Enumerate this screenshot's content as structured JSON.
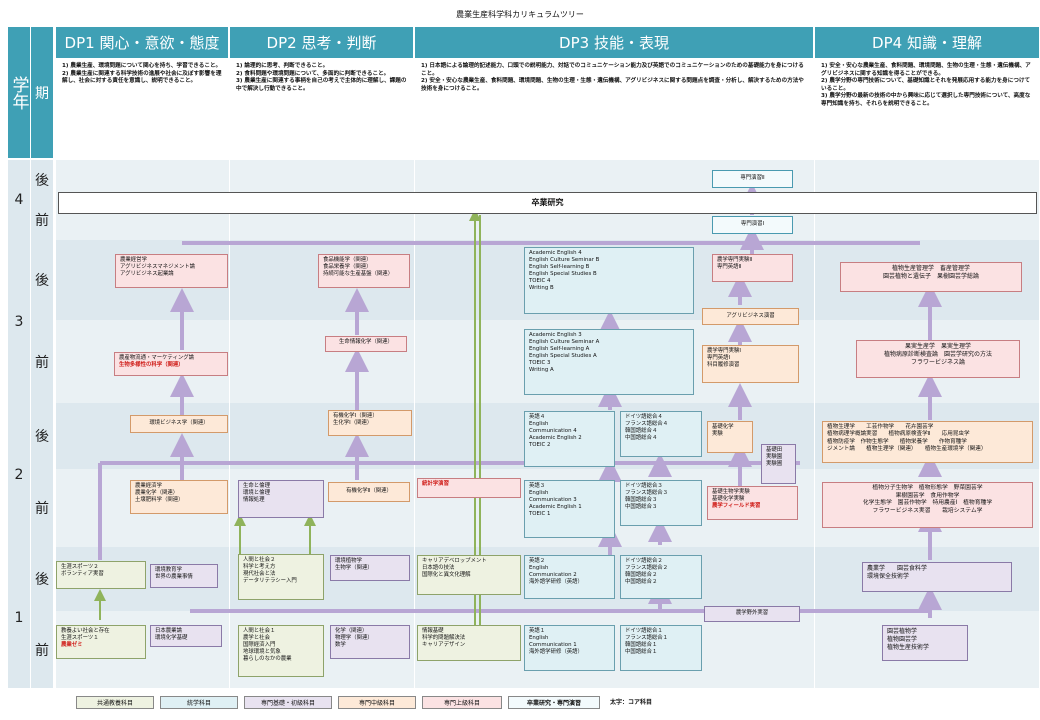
{
  "title": "農業生産科学科カリキュラムツリー",
  "axis": {
    "year_label": "学年",
    "term_label": "期"
  },
  "headers": {
    "dp1": "DP1 関心・意欲・態度",
    "dp2": "DP2 思考・判断",
    "dp3": "DP3 技能・表現",
    "dp4": "DP4 知識・理解"
  },
  "descriptions": {
    "dp1": "1) 農業生産、環境問題について関心を持ち、学習できること。\n2) 農業生産に関連する科学技術の進展や社会に及ぼす影響を理解し、社会に対する責任を意識し、説明できること。",
    "dp2": "1) 論理的に思考、判断できること。\n2) 食料問題や環境問題について、多面的に判断できること。\n3) 農業生産に関連する事柄を自己の考えで主体的に理解し、課題の中で解決し行動できること。",
    "dp3": "1) 日本語による論理的記述能力、口頭での説明能力、対話でのコミュニケーション能力及び英語でのコミュニケーションのための基礎能力を身につけること。\n2) 安全・安心な農業生産、食料問題、環境問題、生物の生理・生態・遺伝機構、アグリビジネスに関する問題点を調査・分析し、解決するための方法や技術を身につけること。",
    "dp4": "1) 安全・安心な農業生産、食料問題、環境問題、生物の生理・生態・遺伝機構、アグリビジネスに関する知識を得ることができる。\n2) 農学分野の専門技術について、基礎知識とそれを発展応用する能力を身につけていること。\n3) 農学分野の最新の技術の中から興味に応じて選択した専門技術について、高度な専門知識を持ち、それらを説明できること。"
  },
  "years": [
    "4",
    "3",
    "2",
    "1"
  ],
  "terms": {
    "late": "後",
    "early": "前"
  },
  "boxes": {
    "grad_research": "卒業研究",
    "seminar2": "専門演習Ⅱ",
    "seminar1": "専門演習Ⅰ",
    "y3l_dp1": "農業経営学\nアグリビジネスマネジメント論\nアグリビジネス起業論",
    "y3l_dp2": "食品機能学（関連）\n食品栄養学（関連）\n持続可能な生産基盤（関連）",
    "y3l_eng": "Academic English 4\nEnglish Culture Seminar B\nEnglish Self-learning B\nEnglish Special Studies B\nTOEIC 4\nWriting B",
    "y3l_jikken": "農学専門実験Ⅱ\n専門英語Ⅱ",
    "agri_practice": "アグリビジネス演習",
    "y3l_dp4": "植物生産管理学　畜産管理学\n園芸植物と遺伝子　果樹園芸学総論",
    "y3e_dp2": "生命情報化学（関連）",
    "y3e_dp1_a": "農産物流通・マーケティング論",
    "y3e_dp1_b": "生物多様性の科学（関連）",
    "y3e_eng": "Academic English 3\nEnglish Culture Seminar A\nEnglish Self-learning A\nEnglish Special Studies A\nTOEIC 3\nWriting A",
    "y3e_jikken": "農学専門実験Ⅰ\n専門英語Ⅰ\n科目履修演習",
    "y3e_dp4": "果実生産学　果実生理学\n植物病原診断検査論　園芸学研究の方法\nフラワービジネス論",
    "y2l_dp1": "環境ビジネス学（関連）",
    "y2l_dp2": "有機化学Ⅰ（関連）\n生化学Ⅰ（関連）",
    "y2l_eng": "英語４\nEnglish\nCommunication 4\nAcademic English 2\nTOEIC 2",
    "y2l_lang": "ドイツ語総合４\nフランス語総合４\n韓国語総合４\n中国語総合４",
    "y2l_bio": "基礎化学\n実験",
    "y2l_field": "基礎田\n実験園\n実験圃",
    "y2l_dp4": "植物生理学　　工芸作物学　　花卉園芸学\n植物病理学概論実習　　植物病原検査学Ⅱ　　応用昆虫学\n植物防疫学　作物生態学　　植物栄養学　　作物育種学\nジメント論　　植物生理学（関連）　　植物生産環境学（関連）",
    "y2e_dp1": "農業経済学\n農業化学（関連）\n土壌肥料学（関連）",
    "y2e_dp2a": "生命と倫理\n環境と倫理\n情報処理",
    "y2e_dp2b": "有機化学Ⅱ（関連）",
    "y2e_stat": "統計学演習",
    "y2e_eng": "英語３\nEnglish\nCommunication 3\nAcademic English 1\nTOEIC 1",
    "y2e_lang": "ドイツ語総合３\nフランス語総合３\n韓国語総合３\n中国語総合３",
    "y2e_jikken_a": "基礎生物学実験\n基礎化学実験",
    "y2e_jikken_b": "農学フィールド実習",
    "y2e_dp4": "植物分子生物学　植物形態学　野菜園芸学\n果樹園芸学　食用作物学\n化学生態学　園芸作物学　特用農産Ⅰ　植物育種学\nフラワービジネス実習　　栽培システム学",
    "y1l_dp1a": "生涯スポーツ２\nボランティア実習",
    "y1l_dp1b": "環境教育学\n世界の農業事情",
    "y1l_dp2a": "人間と社会２\n科学と考え方\n現代社会と法\nデータリテラシー入門",
    "y1l_dp2b": "環境植物学\n生物学（関連）",
    "y1l_career": "キャリアデベロップメント\n日本語の技法\n国際化と異文化理解",
    "y1l_eng": "英語２\nEnglish\nCommunication 2\n海外語学研修（英語）",
    "y1l_lang": "ドイツ語総合２\nフランス語総合２\n韓国語総合２\n中国語総合２",
    "y1l_dp4": "農業学　　園芸食料学\n環境保全技術学",
    "field_practice": "農学野外実習",
    "y1e_dp1a": "教養よい社会と存在\n生涯スポーツ１",
    "y1e_dp1a_red": "農業ゼミ",
    "y1e_dp1b": "日本農業論\n環境化学基礎",
    "y1e_dp2a": "人間と社会１\n農学と社会\n国際経済入門\n地球環境と気象\n暮らしのなかの農業",
    "y1e_dp2b": "化学（関連）\n物理学（関連）\n数学",
    "y1e_info": "情報基礎\n科学的問題解決法\nキャリアデザイン",
    "y1e_eng": "英語１\nEnglish\nCommunication 1\n海外語学研修（英語）",
    "y1e_lang": "ドイツ語総合１\nフランス語総合１\n韓国語総合１\n中国語総合１",
    "y1e_dp4": "園芸植物学\n植物園芸学\n植物生産技術学"
  },
  "legend": {
    "common": "共通教養科目",
    "stat": "統学科目",
    "basic": "専門基礎・初級科目",
    "mid": "専門中級科目",
    "upper": "専門上級科目",
    "sr": "卒業研究・専門演習",
    "note": "太字：コア科目"
  },
  "colors": {
    "header": "#3fa0b5",
    "common": "#eef2e1",
    "stat": "#dff0f4",
    "basic": "#e8e2f0",
    "mid": "#fde9d8",
    "upper": "#fbe2e3",
    "arrow_purple": "#b8a6d4",
    "arrow_green": "#8fb35a",
    "core_red": "#d0201c"
  }
}
